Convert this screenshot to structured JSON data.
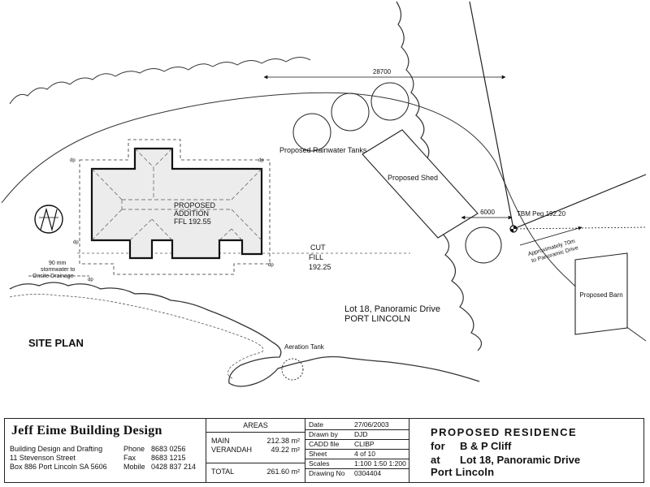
{
  "drawing": {
    "title": "SITE PLAN",
    "lot_line1": "Lot 18, Panoramic Drive",
    "lot_line2": "PORT LINCOLN",
    "addition_label1": "PROPOSED",
    "addition_label2": "ADDITION",
    "addition_ffl": "FFL 192.55",
    "cut_label": "CUT",
    "fill_label": "FILL",
    "cut_fill_level": "192.25",
    "rainwater_tanks": "Proposed Rainwater Tanks",
    "shed": "Proposed Shed",
    "barn": "Proposed Barn",
    "aeration_tank": "Aeration Tank",
    "tbm": "TBM Peg 192.20",
    "dim_top": "28700",
    "dim_right": "6000",
    "panoramic_note1": "Approximately 70m",
    "panoramic_note2": "to Panoramic Drive",
    "stormwater_1": "90 mm",
    "stormwater_2": "stormwater to",
    "stormwater_3": "Onsite Drainage",
    "dp": "dp"
  },
  "firm": {
    "name": "Jeff Eime Building Design",
    "line1": "Building Design and Drafting",
    "line2": "11 Stevenson Street",
    "line3": "Box 886    Port Lincoln SA  5606",
    "phone_label": "Phone",
    "phone": "8683 0256",
    "fax_label": "Fax",
    "fax": "8683 1215",
    "mobile_label": "Mobile",
    "mobile": "0428 837 214"
  },
  "areas": {
    "header": "AREAS",
    "main_label": "MAIN",
    "main_value": "212.38 m²",
    "verandah_label": "VERANDAH",
    "verandah_value": "49.22 m²",
    "total_label": "TOTAL",
    "total_value": "261.60 m²"
  },
  "meta": {
    "date_label": "Date",
    "date": "27/06/2003",
    "drawn_label": "Drawn by",
    "drawn": "DJD",
    "cadd_label": "CADD file",
    "cadd": "CLIBP",
    "sheet_label": "Sheet",
    "sheet": "4 of 10",
    "scales_label": "Scales",
    "scales": "1:100 1:50 1:200",
    "drawing_no_label": "Drawing No",
    "drawing_no": "0304404"
  },
  "project": {
    "title": "PROPOSED     RESIDENCE",
    "for_label": "for",
    "client": "B & P Cliff",
    "at_label": "at",
    "address1": "Lot 18, Panoramic Drive",
    "address2": "Port Lincoln"
  }
}
